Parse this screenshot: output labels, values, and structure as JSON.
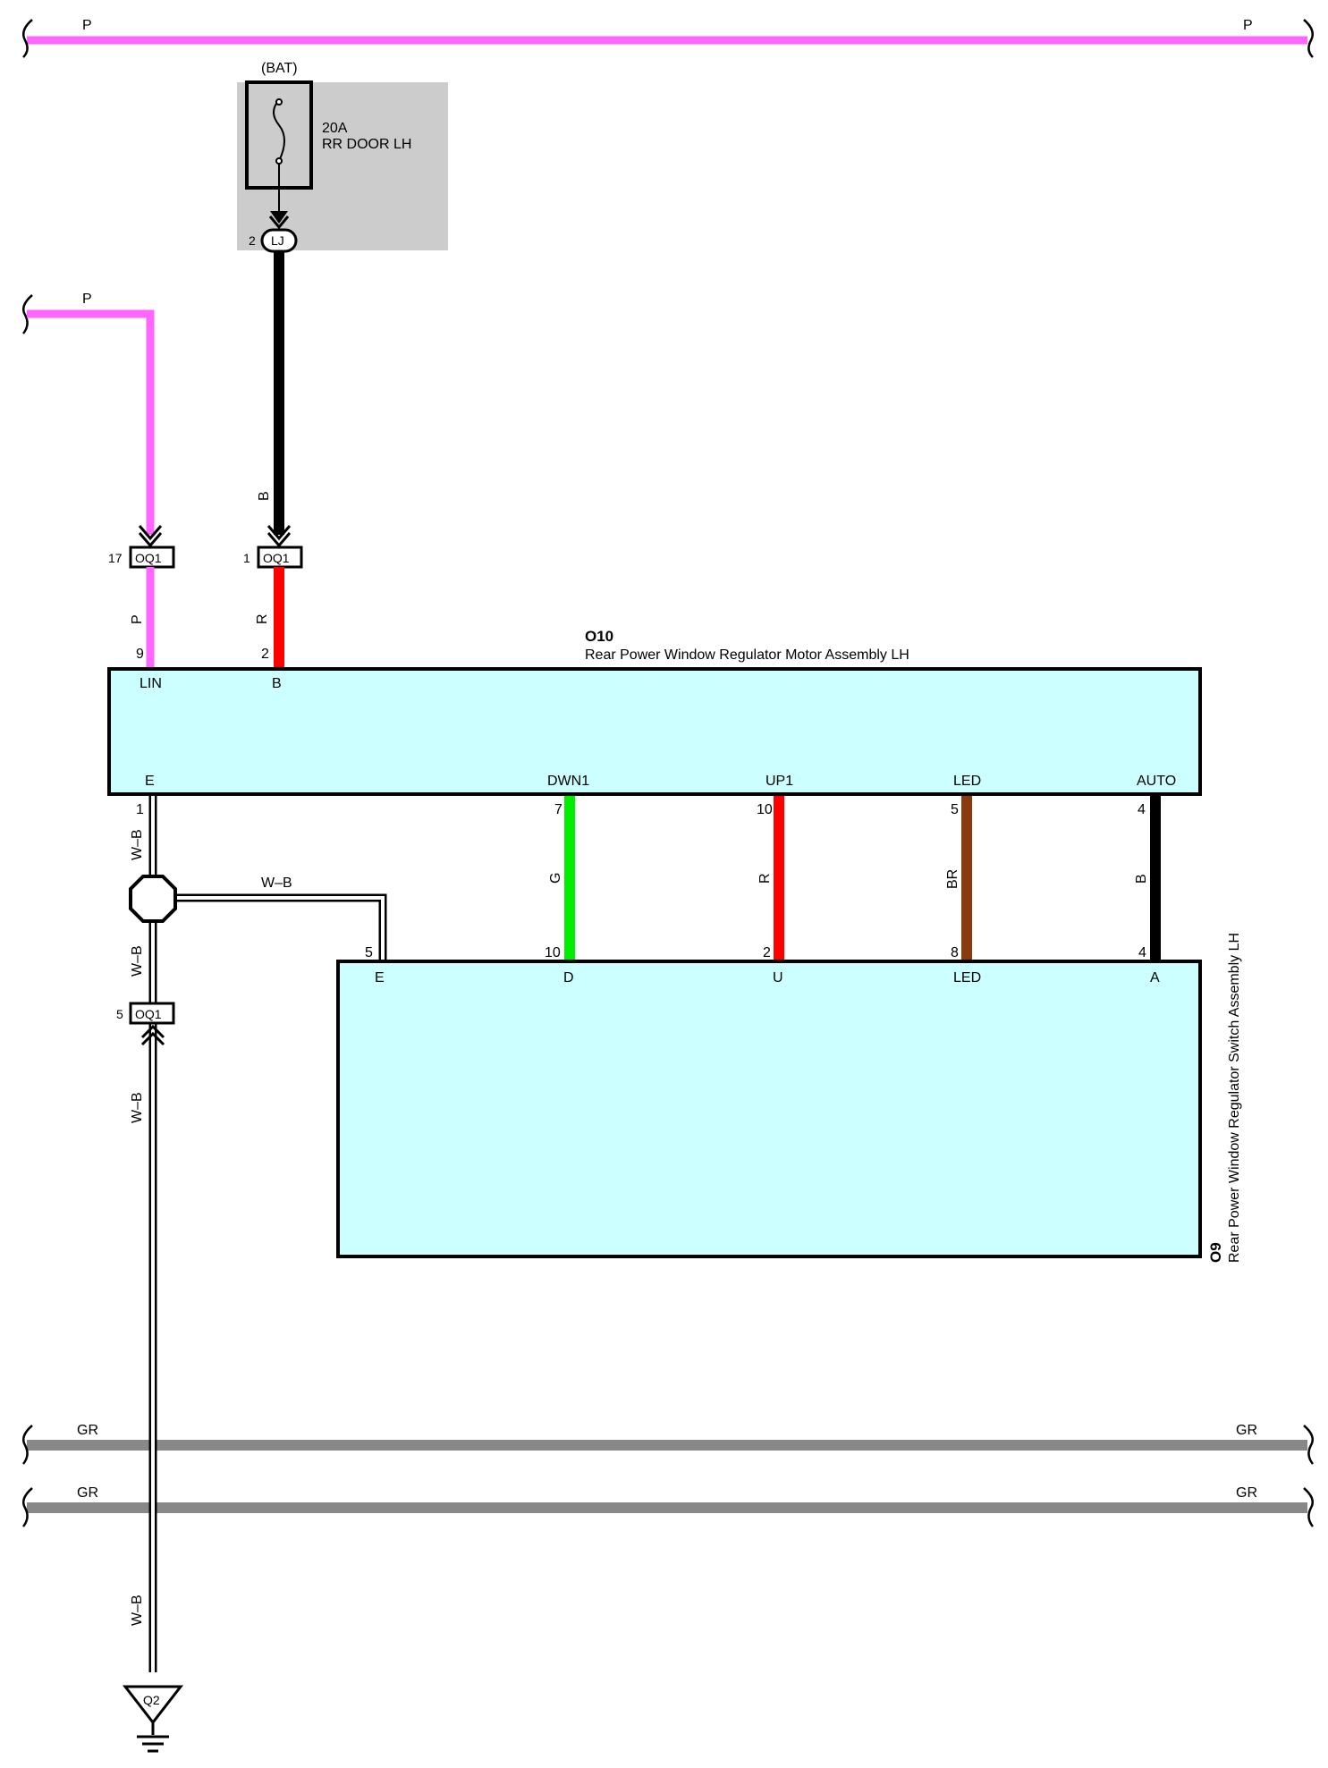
{
  "buses": {
    "top_left": "P",
    "top_right": "P",
    "left_feed": "P",
    "gr1_left": "GR",
    "gr1_right": "GR",
    "gr2_left": "GR",
    "gr2_right": "GR"
  },
  "fuse": {
    "supply": "(BAT)",
    "rating": "20A",
    "name": "RR DOOR LH",
    "connector_pin": "2",
    "connector": "LJ"
  },
  "wires": {
    "bat_to_oq1": "B",
    "oq1_to_b": "R",
    "oq1_to_lin": "P",
    "e_to_junction": "W–B",
    "junction_to_switch": "W–B",
    "junction_to_oq1": "W–B",
    "oq1_to_ground": "W–B",
    "ground_lower": "W–B",
    "dwn1": "G",
    "up1": "R",
    "led": "BR",
    "auto": "B"
  },
  "connectors": {
    "oq1_left": {
      "pin": "17",
      "name": "OQ1"
    },
    "oq1_right": {
      "pin": "1",
      "name": "OQ1"
    },
    "oq1_ground": {
      "pin": "5",
      "name": "OQ1"
    }
  },
  "motor": {
    "code": "O10",
    "name": "Rear Power Window Regulator Motor Assembly LH",
    "pins_top": [
      {
        "label": "LIN",
        "num": "9"
      },
      {
        "label": "B",
        "num": "2"
      }
    ],
    "pins_bottom": [
      {
        "label": "E",
        "num": "1"
      },
      {
        "label": "DWN1",
        "num": "7"
      },
      {
        "label": "UP1",
        "num": "10"
      },
      {
        "label": "LED",
        "num": "5"
      },
      {
        "label": "AUTO",
        "num": "4"
      }
    ]
  },
  "switch": {
    "code": "O9",
    "name": "Rear Power Window Regulator Switch Assembly LH",
    "pins": [
      {
        "label": "E",
        "num": "5"
      },
      {
        "label": "D",
        "num": "10"
      },
      {
        "label": "U",
        "num": "2"
      },
      {
        "label": "LED",
        "num": "8"
      },
      {
        "label": "A",
        "num": "4"
      }
    ]
  },
  "ground": {
    "name": "Q2"
  },
  "colors": {
    "pink": "#FF66FF",
    "black": "#000000",
    "red": "#FF0000",
    "green": "#00EE00",
    "brown": "#8B3A0F",
    "gray": "#888888",
    "module_fill": "#CCFFFF",
    "fuse_box_fill": "#CCCCCC"
  }
}
